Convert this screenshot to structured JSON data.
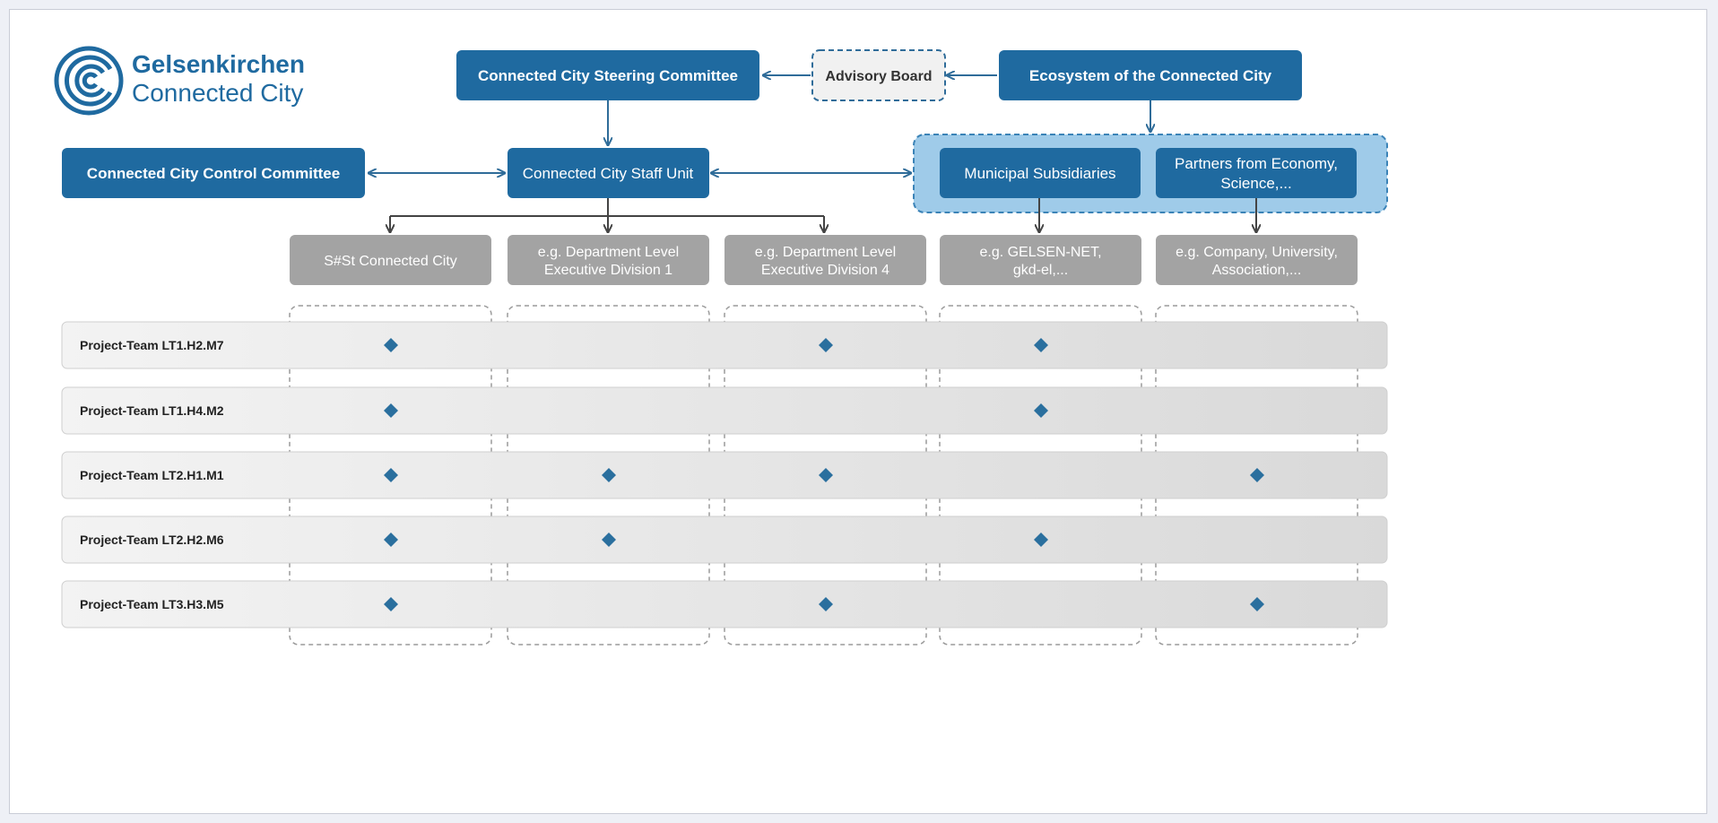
{
  "logo": {
    "line1": "Gelsenkirchen",
    "line2": "Connected City"
  },
  "top": {
    "steering_committee": "Connected City Steering Committee",
    "advisory_board": "Advisory Board",
    "ecosystem": "Ecosystem of the Connected City",
    "control_committee": "Connected City Control Committee",
    "staff_unit": "Connected City Staff Unit",
    "municipal_subsidiaries": "Municipal Subsidiaries",
    "partners": [
      "Partners from Economy,",
      "Science,..."
    ]
  },
  "columns": [
    {
      "lines": [
        "S#St Connected City"
      ]
    },
    {
      "lines": [
        "e.g. Department Level",
        "Executive Division 1"
      ]
    },
    {
      "lines": [
        "e.g. Department Level",
        "Executive Division 4"
      ]
    },
    {
      "lines": [
        "e.g. GELSEN-NET,",
        "gkd-el,..."
      ]
    },
    {
      "lines": [
        "e.g. Company, University,",
        "Association,..."
      ]
    }
  ],
  "project_teams": [
    {
      "name": "Project-Team LT1.H2.M7",
      "members": [
        true,
        false,
        true,
        true,
        false
      ]
    },
    {
      "name": "Project-Team LT1.H4.M2",
      "members": [
        true,
        false,
        false,
        true,
        false
      ]
    },
    {
      "name": "Project-Team LT2.H1.M1",
      "members": [
        true,
        true,
        true,
        false,
        true
      ]
    },
    {
      "name": "Project-Team LT2.H2.M6",
      "members": [
        true,
        true,
        false,
        true,
        false
      ]
    },
    {
      "name": "Project-Team LT3.H3.M5",
      "members": [
        true,
        false,
        true,
        false,
        true
      ]
    }
  ],
  "colors": {
    "primary_blue": "#1f6aa0",
    "light_blue_group": "#9fcbe9",
    "gray_box": "#a3a3a3",
    "diamond": "#2a6f9e",
    "row_background": "#e6e6e6"
  }
}
